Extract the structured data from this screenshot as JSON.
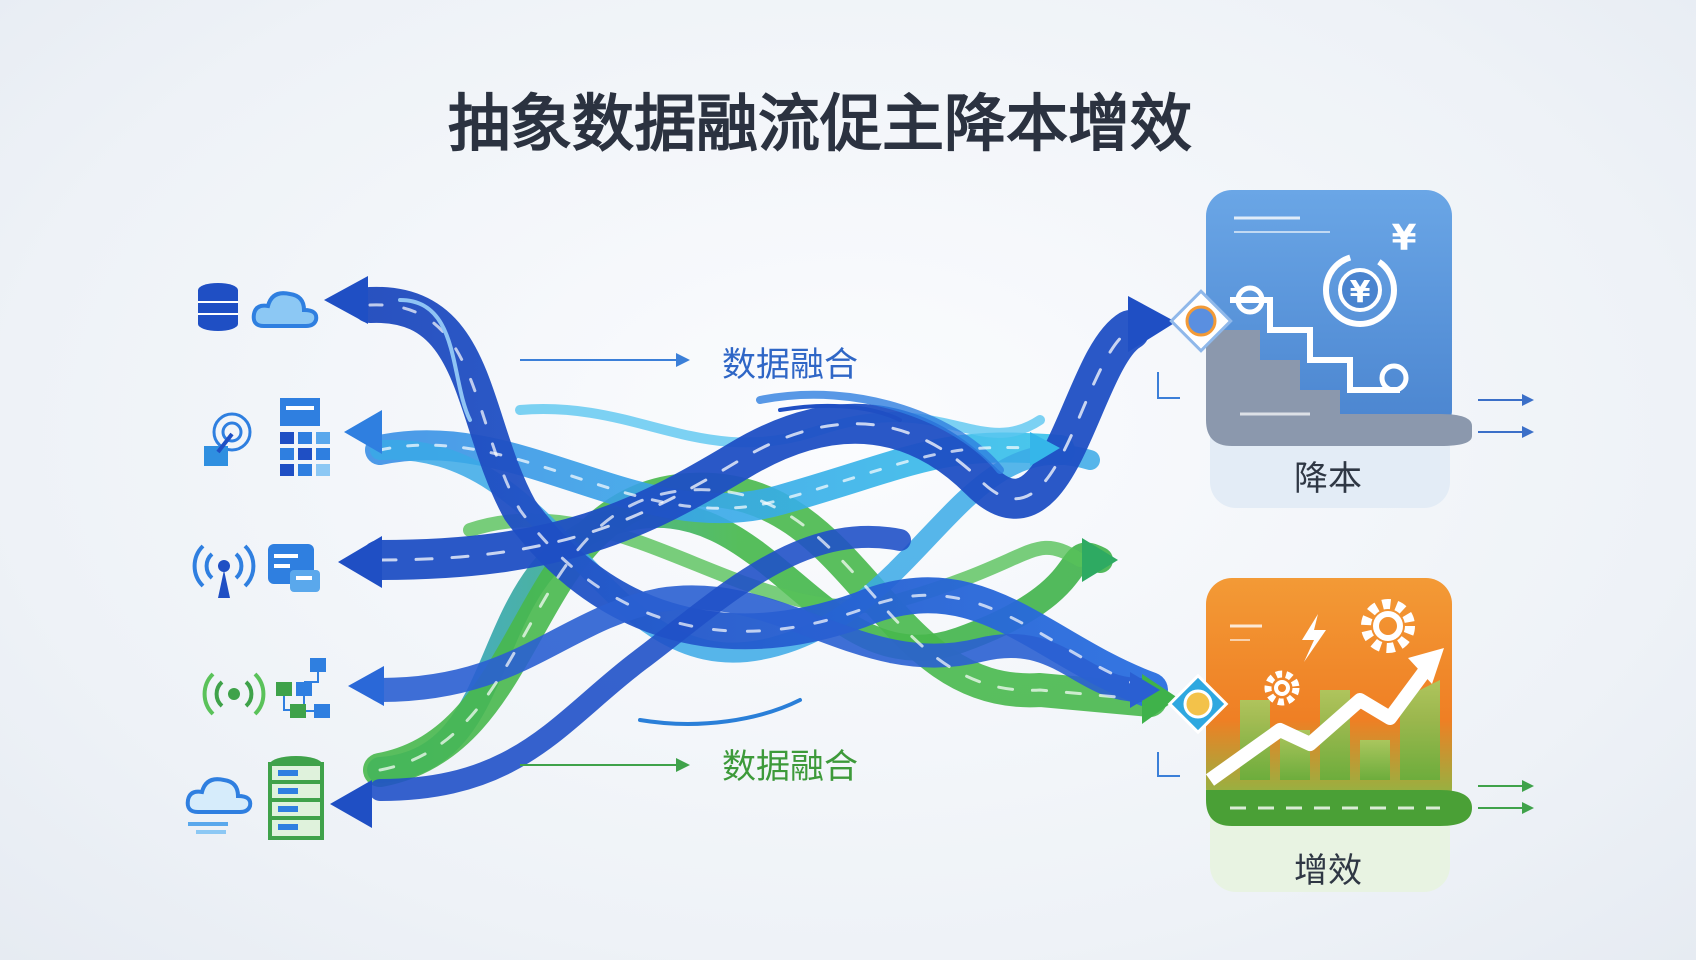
{
  "title": "抽象数据融流促主降本增效",
  "flow_labels": {
    "top": "数据融合",
    "bottom": "数据融合"
  },
  "outputs": {
    "cost": {
      "label": "降本",
      "symbol": "¥",
      "icon": "cost-reduction-staircase-icon"
    },
    "efficiency": {
      "label": "增效",
      "icon": "growth-chart-gears-icon"
    }
  },
  "sources": [
    {
      "icons": [
        "database-icon",
        "cloud-icon"
      ]
    },
    {
      "icons": [
        "touch-sensor-icon",
        "grid-blocks-icon"
      ]
    },
    {
      "icons": [
        "broadcast-antenna-icon",
        "chat-window-icon"
      ]
    },
    {
      "icons": [
        "wireless-signal-icon",
        "network-nodes-icon"
      ]
    },
    {
      "icons": [
        "cloud-icon",
        "server-stack-icon"
      ]
    }
  ],
  "colors": {
    "title": "#2b3240",
    "deep_blue": "#1f4fc4",
    "blue": "#2f7fe0",
    "cyan": "#2fb2e8",
    "green": "#3fb24a",
    "cost_card": "#5b96dc",
    "efficiency_card_orange": "#f08a2a",
    "efficiency_card_green": "#6dbb45",
    "label_blue": "#2f66c6",
    "label_green": "#3d9a3a"
  }
}
